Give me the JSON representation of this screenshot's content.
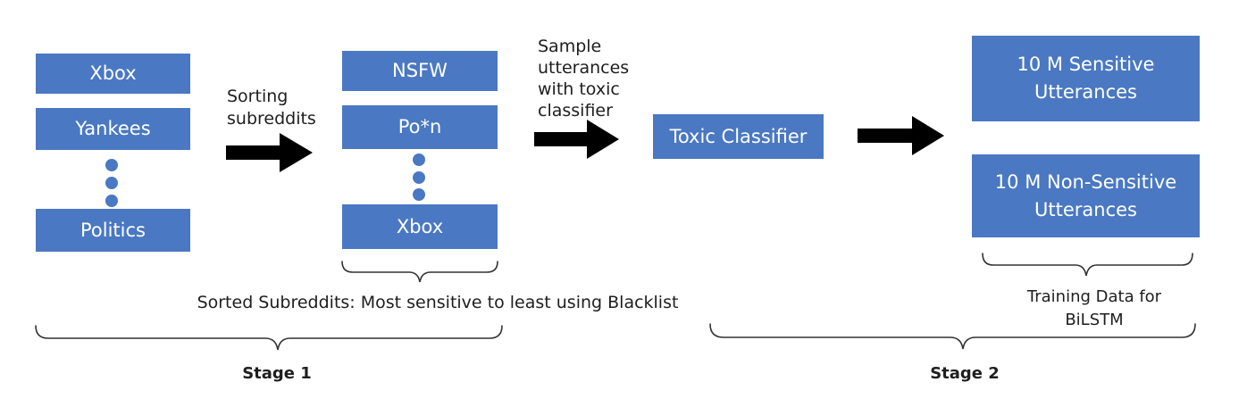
{
  "colors": {
    "box": "#4a78c2",
    "box_text": "#ffffff",
    "arrow": "#000000",
    "text": "#1e1e1e"
  },
  "stage1": {
    "input_list": [
      "Xbox",
      "Yankees",
      "Politics"
    ],
    "sorting_label": "Sorting\nsubreddits",
    "sorted_list": [
      "NSFW",
      "Po*n",
      "Xbox"
    ],
    "sorted_caption": "Sorted Subreddits: Most sensitive to least using Blacklist",
    "label": "Stage 1"
  },
  "stage2": {
    "sample_label": "Sample\nutterances\nwith toxic\nclassifier",
    "classifier": "Toxic Classifier",
    "sensitive": "10 M Sensitive\nUtterances",
    "non_sensitive": "10 M Non-Sensitive\nUtterances",
    "training_caption": "Training Data for\nBiLSTM",
    "label": "Stage 2"
  }
}
